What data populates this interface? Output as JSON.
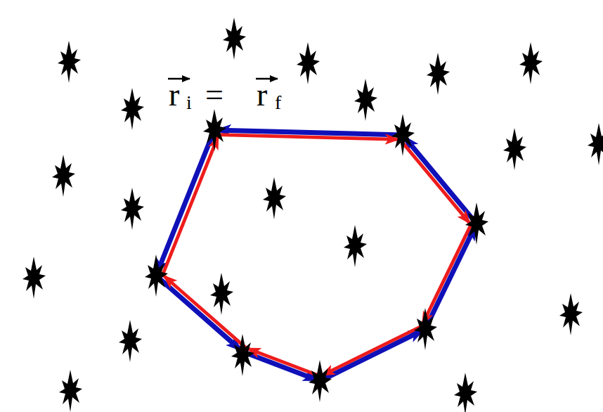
{
  "diagram": {
    "labels": [
      "r",
      "i",
      "=",
      "r",
      "f"
    ]
  }
}
